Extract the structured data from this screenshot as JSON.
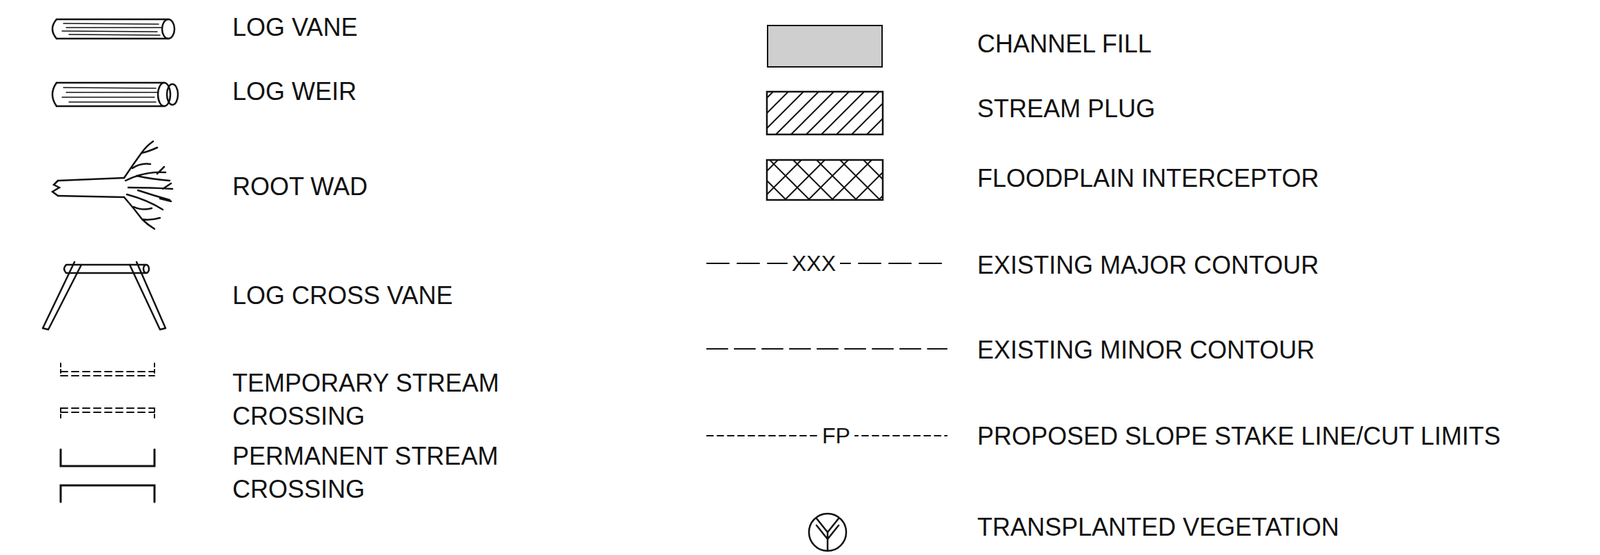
{
  "diagram": {
    "labels": [
      "XXX",
      "FP"
    ],
    "legend": [
      {
        "text": "LOG VANE"
      },
      {
        "text": "LOG WEIR"
      },
      {
        "text": "ROOT WAD"
      },
      {
        "text": "LOG CROSS VANE"
      },
      {
        "text": "TEMPORARY STREAM CROSSING"
      },
      {
        "text": "PERMANENT STREAM CROSSING"
      },
      {
        "text": "CHANNEL FILL",
        "color": "#cfcfcf"
      },
      {
        "text": "STREAM PLUG"
      },
      {
        "text": "FLOODPLAIN INTERCEPTOR"
      },
      {
        "text": "EXISTING MAJOR CONTOUR"
      },
      {
        "text": "EXISTING MINOR CONTOUR"
      },
      {
        "text": "PROPOSED SLOPE STAKE LINE/CUT LIMITS"
      },
      {
        "text": "TRANSPLANTED VEGETATION"
      }
    ]
  }
}
